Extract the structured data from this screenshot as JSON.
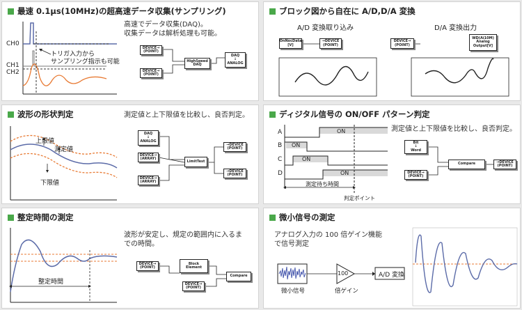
{
  "panels": {
    "p1": {
      "title": "最速 0.1μs(10MHz)の超高速データ収集(サンプリング)",
      "desc": [
        "高速でデータ収集(DAQ)。",
        "収集データは解析処理も可能。"
      ],
      "labels": {
        "ch0": "CH0",
        "ch1": "CH1",
        "ch2": "CH2",
        "trigger": [
          "トリガ入力から",
          "サンプリング指示も可能"
        ]
      },
      "blocks": {
        "dev1": "DEVICE→\n(POINT)",
        "dev2": "DEVICE→\n(POINT)",
        "hs": "HighSpeed\nDAQ",
        "daq": "DAQ\n↓\nANALOG"
      }
    },
    "p2": {
      "title": "ブロック図から自在に A/D,D/A 変換",
      "labels": {
        "ad": "A/D 変換取り込み",
        "da": "D/A 変換出力"
      },
      "blocks": {
        "onnoc": "OnNocData\n[V]",
        "dev1": "→DEVICE\n(POINT)",
        "dev2": "DEVICE→\n(POINT)",
        "out": "WD(Ai10M)\nAnalog\nOutput[V]"
      }
    },
    "p3": {
      "title": "波形の形状判定",
      "desc": [
        "測定値と上下限値を比較し、良否判定。"
      ],
      "labels": {
        "upper": "上限値",
        "measured": "測定値",
        "lower": "下限値"
      },
      "blocks": {
        "daq": "DAQ\n↓\nANALOG",
        "dev1": "DEVICE→\n(ARRAY)",
        "dev2": "DEVICE→\n(ARRAY)",
        "limit": "LimitTest",
        "out1": "→DEVICE\n(POINT)",
        "out2": "→DEVICE\n(POINT)"
      }
    },
    "p4": {
      "title": "ディジタル信号の ON/OFF パターン判定",
      "desc": [
        "測定値と上下限値を比較し、良否判定。"
      ],
      "labels": {
        "a": "A",
        "b": "B",
        "c": "C",
        "d": "D",
        "on": "ON",
        "wait": "測定待ち時間",
        "judge": "判定ポイント"
      },
      "blocks": {
        "bit": "Bit\n↓\nWord",
        "dev": "DEVICE→\n(POINT)",
        "compare": "Compare",
        "out": "→DEVICE\n(POINT)"
      }
    },
    "p5": {
      "title": "整定時間の測定",
      "desc": [
        "波形が安定し、規定の範囲内に入るま",
        "での時間。"
      ],
      "labels": {
        "settle": "整定時間"
      },
      "blocks": {
        "dev1": "DEVICE→\n(POINT)",
        "block": "Block\nElement",
        "dev2": "DEVICE→\n(POINT)",
        "compare": "Compare"
      }
    },
    "p6": {
      "title": "微小信号の測定",
      "desc": [
        "アナログ入力の 100 倍ゲイン機能",
        "で信号測定"
      ],
      "labels": {
        "small": "微小信号",
        "gain": "倍ゲイン",
        "x100": "100",
        "adconv": "A/D 変換"
      }
    }
  },
  "colors": {
    "accent": "#4aa84a",
    "wave": "#5b6ba8",
    "limit": "#e87a33",
    "dash": "#7a7a7a"
  }
}
